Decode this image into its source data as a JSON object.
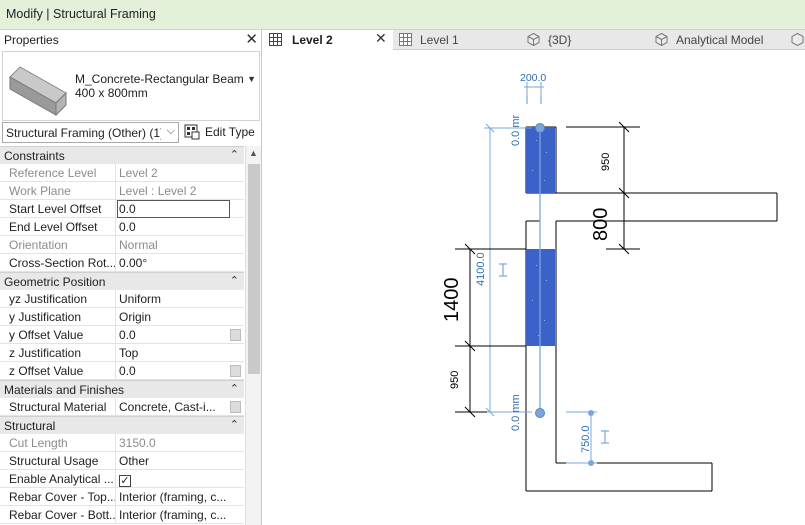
{
  "titlebar": {
    "title": "Modify | Structural Framing"
  },
  "properties": {
    "title": "Properties",
    "type": {
      "line1": "M_Concrete-Rectangular Beam",
      "line2": "400 x 800mm"
    },
    "filter": "Structural Framing (Other) (1)",
    "edit_type": "Edit Type",
    "sections": {
      "constraints": {
        "label": "Constraints",
        "rows": [
          {
            "name": "Reference Level",
            "value": "Level 2"
          },
          {
            "name": "Work Plane",
            "value": "Level : Level 2"
          },
          {
            "name": "Start Level Offset",
            "value": "0.0"
          },
          {
            "name": "End Level Offset",
            "value": "0.0"
          },
          {
            "name": "Orientation",
            "value": "Normal"
          },
          {
            "name": "Cross-Section Rot...",
            "value": "0.00°"
          }
        ]
      },
      "geometric": {
        "label": "Geometric Position",
        "rows": [
          {
            "name": "yz Justification",
            "value": "Uniform"
          },
          {
            "name": "y Justification",
            "value": "Origin"
          },
          {
            "name": "y Offset Value",
            "value": "0.0"
          },
          {
            "name": "z Justification",
            "value": "Top"
          },
          {
            "name": "z Offset Value",
            "value": "0.0"
          }
        ]
      },
      "materials": {
        "label": "Materials and Finishes",
        "rows": [
          {
            "name": "Structural Material",
            "value": "Concrete, Cast-i..."
          }
        ]
      },
      "structural": {
        "label": "Structural",
        "rows": [
          {
            "name": "Cut Length",
            "value": "3150.0"
          },
          {
            "name": "Structural Usage",
            "value": "Other"
          },
          {
            "name": "Enable Analytical ...",
            "value": "✓"
          },
          {
            "name": "Rebar Cover - Top...",
            "value": "Interior (framing, c..."
          },
          {
            "name": "Rebar Cover - Bott...",
            "value": "Interior (framing, c..."
          }
        ]
      }
    }
  },
  "tabs": [
    {
      "label": "Level 2",
      "active": true,
      "icon": "floor-plan-icon"
    },
    {
      "label": "Level 1",
      "active": false,
      "icon": "floor-plan-icon"
    },
    {
      "label": "{3D}",
      "active": false,
      "icon": "3d-view-icon"
    },
    {
      "label": "Analytical Model",
      "active": false,
      "icon": "3d-view-icon"
    }
  ],
  "drawing": {
    "dims": {
      "top_width": "200.0",
      "top_offset": "0.0 mr",
      "height_950_top": "950",
      "beam_800": "800",
      "span_4100": "4100.0",
      "total_1400": "1400",
      "height_950_bottom": "950",
      "bottom_offset": "0.0 mm",
      "right_750": "750.0"
    },
    "colors": {
      "beam_fill": "#3b62c8",
      "dimension": "#7aa7d8",
      "lines": "#000000"
    }
  }
}
